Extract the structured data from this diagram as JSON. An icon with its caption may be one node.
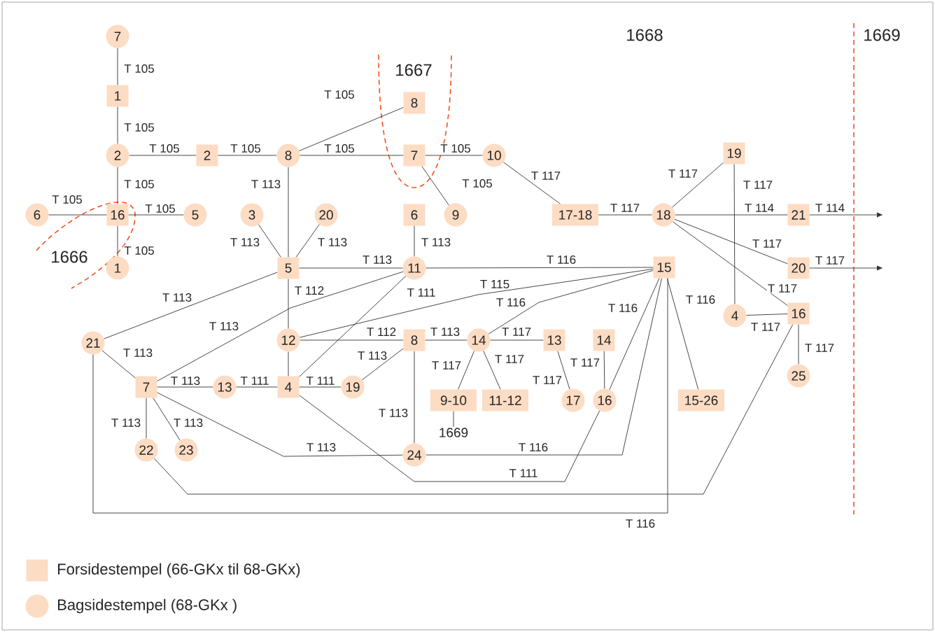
{
  "diagram": {
    "nodes": [
      {
        "text": [
          "7"
        ]
      },
      {
        "text": [
          "1"
        ]
      },
      {
        "text": [
          "2"
        ]
      },
      {
        "text": [
          "2"
        ]
      },
      {
        "text": [
          "8"
        ]
      },
      {
        "text": [
          "8"
        ]
      },
      {
        "text": [
          "7"
        ]
      },
      {
        "text": [
          "10"
        ]
      },
      {
        "text": [
          "9"
        ]
      },
      {
        "text": [
          "17-18"
        ]
      },
      {
        "text": [
          "18"
        ]
      },
      {
        "text": [
          "19"
        ]
      },
      {
        "text": [
          "21"
        ]
      },
      {
        "text": [
          "20"
        ]
      },
      {
        "text": [
          "6"
        ]
      },
      {
        "text": [
          "16"
        ]
      },
      {
        "text": [
          "5"
        ]
      },
      {
        "text": [
          "1"
        ]
      },
      {
        "text": [
          "3"
        ]
      },
      {
        "text": [
          "20"
        ]
      },
      {
        "text": [
          "6"
        ]
      },
      {
        "text": [
          "5"
        ]
      },
      {
        "text": [
          "11"
        ]
      },
      {
        "text": [
          "15"
        ]
      },
      {
        "text": [
          "4"
        ]
      },
      {
        "text": [
          "16"
        ]
      },
      {
        "text": [
          "21"
        ]
      },
      {
        "text": [
          "12"
        ]
      },
      {
        "text": [
          "8"
        ]
      },
      {
        "text": [
          "14"
        ]
      },
      {
        "text": [
          "13"
        ]
      },
      {
        "text": [
          "14"
        ]
      },
      {
        "text": [
          "25"
        ]
      },
      {
        "text": [
          "7"
        ]
      },
      {
        "text": [
          "13"
        ]
      },
      {
        "text": [
          "4"
        ]
      },
      {
        "text": [
          "19"
        ]
      },
      {
        "text": [
          "9-10"
        ]
      },
      {
        "text": [
          "11-12"
        ]
      },
      {
        "text": [
          "17"
        ]
      },
      {
        "text": [
          "16"
        ]
      },
      {
        "text": [
          "15-26"
        ]
      },
      {
        "text": [
          "22"
        ]
      },
      {
        "text": [
          "23"
        ]
      },
      {
        "text": [
          "24"
        ]
      },
      {
        "text": [
          "1669"
        ]
      }
    ],
    "edges": [
      {
        "from": 0,
        "to": 1,
        "arrow": "none",
        "label": "T 105"
      },
      {
        "from": 1,
        "to": 2,
        "arrow": "none",
        "label": "T 105"
      },
      {
        "from": 2,
        "to": 3,
        "arrow": "none",
        "label": "T 105"
      },
      {
        "from": 3,
        "to": 4,
        "arrow": "none",
        "label": "T 105"
      },
      {
        "from": 2,
        "to": 15,
        "arrow": "none",
        "label": "T 105"
      },
      {
        "from": 14,
        "to": 15,
        "arrow": "none",
        "label": "T 105"
      },
      {
        "from": 15,
        "to": 16,
        "arrow": "none",
        "label": "T 105"
      },
      {
        "from": 15,
        "to": 17,
        "arrow": "none",
        "label": "T 105"
      },
      {
        "from": 4,
        "to": 5,
        "arrow": "none",
        "label": "T 105"
      },
      {
        "from": 4,
        "to": 6,
        "arrow": "none",
        "label": "T 105"
      },
      {
        "from": 6,
        "to": 7,
        "arrow": "none",
        "label": "T 105"
      },
      {
        "from": 6,
        "to": 8,
        "arrow": "none",
        "label": "T 105"
      },
      {
        "from": 7,
        "to": 9,
        "arrow": "none",
        "label": "T 117"
      },
      {
        "from": 9,
        "to": 10,
        "arrow": "none",
        "label": "T 117"
      },
      {
        "from": 10,
        "to": 11,
        "arrow": "none",
        "label": "T 117"
      },
      {
        "from": 10,
        "to": 12,
        "arrow": "none",
        "label": "T 114"
      },
      {
        "from": 12,
        "to": null,
        "arrow": "to",
        "label": "T 114"
      },
      {
        "from": 10,
        "to": 13,
        "arrow": "none",
        "label": "T 117"
      },
      {
        "from": 13,
        "to": null,
        "arrow": "to",
        "label": "T 117"
      },
      {
        "from": 10,
        "to": 25,
        "arrow": "none",
        "label": "T 117"
      },
      {
        "from": 11,
        "to": 24,
        "arrow": "none",
        "label": "T 117"
      },
      {
        "from": 24,
        "to": 25,
        "arrow": "none",
        "label": "T 117"
      },
      {
        "from": 25,
        "to": 32,
        "arrow": "none",
        "label": "T 117"
      },
      {
        "from": 4,
        "to": 21,
        "arrow": "none",
        "label": "T 113"
      },
      {
        "from": 18,
        "to": 21,
        "arrow": "none",
        "label": "T 113"
      },
      {
        "from": 19,
        "to": 21,
        "arrow": "none",
        "label": "T 113"
      },
      {
        "from": 20,
        "to": 22,
        "arrow": "none",
        "label": "T 113"
      },
      {
        "from": 21,
        "to": 22,
        "arrow": "none",
        "label": "T 113"
      },
      {
        "from": 22,
        "to": 23,
        "arrow": "none",
        "label": "T 116"
      },
      {
        "from": 21,
        "to": 26,
        "arrow": "none",
        "label": "T 113"
      },
      {
        "from": 21,
        "to": 27,
        "arrow": "none",
        "label": "T 112"
      },
      {
        "from": 22,
        "to": 33,
        "arrow": "none",
        "label": "T 113"
      },
      {
        "from": 22,
        "to": 35,
        "arrow": "none",
        "label": "T 111"
      },
      {
        "from": 23,
        "to": 27,
        "arrow": "none",
        "label": "T 115"
      },
      {
        "from": 23,
        "to": 29,
        "arrow": "none",
        "label": "T 116"
      },
      {
        "from": 23,
        "to": 40,
        "arrow": "none",
        "label": "T 116"
      },
      {
        "from": 23,
        "to": 44,
        "arrow": "none",
        "label": "T 116"
      },
      {
        "from": 23,
        "to": 26,
        "arrow": "none",
        "label": "T 116"
      },
      {
        "from": 23,
        "to": 41,
        "arrow": "none",
        "label": "T 116"
      },
      {
        "from": 27,
        "to": 28,
        "arrow": "none",
        "label": "T 112"
      },
      {
        "from": 27,
        "to": 35,
        "arrow": "none"
      },
      {
        "from": 28,
        "to": 29,
        "arrow": "none",
        "label": "T 113"
      },
      {
        "from": 28,
        "to": 36,
        "arrow": "none",
        "label": "T 113"
      },
      {
        "from": 28,
        "to": 44,
        "arrow": "none",
        "label": "T 113"
      },
      {
        "from": 29,
        "to": 30,
        "arrow": "none",
        "label": "T 117"
      },
      {
        "from": 29,
        "to": 37,
        "arrow": "none",
        "label": "T 117"
      },
      {
        "from": 29,
        "to": 38,
        "arrow": "none",
        "label": "T 117"
      },
      {
        "from": 30,
        "to": 39,
        "arrow": "none",
        "label": "T 117"
      },
      {
        "from": 31,
        "to": 40,
        "arrow": "none",
        "label": "T 117"
      },
      {
        "from": 26,
        "to": 33,
        "arrow": "none",
        "label": "T 113"
      },
      {
        "from": 33,
        "to": 34,
        "arrow": "none",
        "label": "T 113"
      },
      {
        "from": 34,
        "to": 35,
        "arrow": "none",
        "label": "T 111"
      },
      {
        "from": 35,
        "to": 36,
        "arrow": "none",
        "label": "T 111"
      },
      {
        "from": 33,
        "to": 42,
        "arrow": "none",
        "label": "T 113"
      },
      {
        "from": 33,
        "to": 43,
        "arrow": "none",
        "label": "T 113"
      },
      {
        "from": 33,
        "to": 44,
        "arrow": "none",
        "label": "T 113"
      },
      {
        "from": 35,
        "to": 40,
        "arrow": "none",
        "label": "T 111"
      },
      {
        "from": 42,
        "to": 25,
        "arrow": "none"
      },
      {
        "from": 37,
        "to": 45,
        "arrow": "none"
      }
    ],
    "labels": [
      "1668",
      "1669",
      "1667",
      "1666"
    ],
    "legend": [
      {
        "text": "Forsidestempel (66-GKx til 68-GKx)",
        "color": "#fddcc4"
      },
      {
        "text": "Bagsidestempel (68-GKx )",
        "color": "#fddcc4"
      }
    ]
  }
}
